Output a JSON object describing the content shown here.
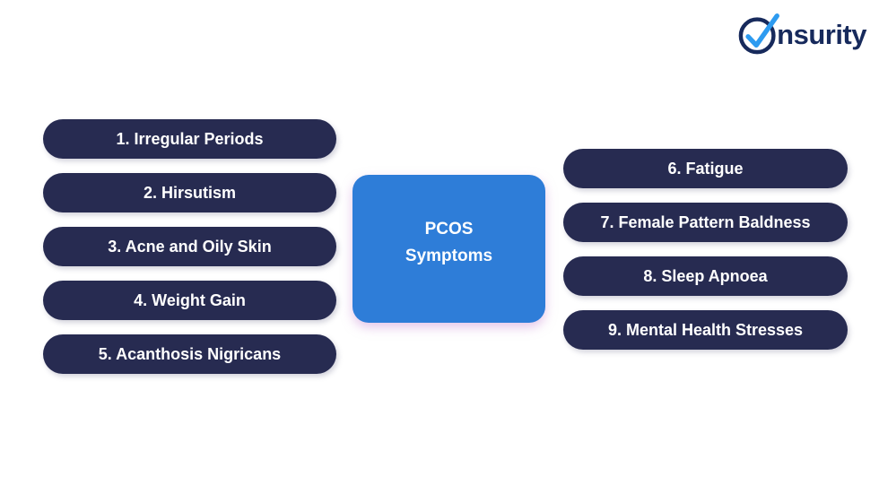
{
  "theme": {
    "background": "#ffffff",
    "pill_navy": "#272b51",
    "node_blue": "#2e7dd8",
    "text_white": "#ffffff",
    "logo_navy": "#172a5c",
    "logo_check_blue": "#2d9bf0"
  },
  "brand": {
    "logo_text": "nsurity",
    "logo_icon": "check-circle-icon"
  },
  "diagram": {
    "center": {
      "line1": "PCOS",
      "line2": "Symptoms"
    },
    "left_items": [
      "1. Irregular Periods",
      "2. Hirsutism",
      "3. Acne and Oily Skin",
      "4. Weight Gain",
      "5. Acanthosis Nigricans"
    ],
    "right_items": [
      "6. Fatigue",
      "7. Female Pattern Baldness",
      "8. Sleep Apnoea",
      "9. Mental Health Stresses"
    ]
  }
}
